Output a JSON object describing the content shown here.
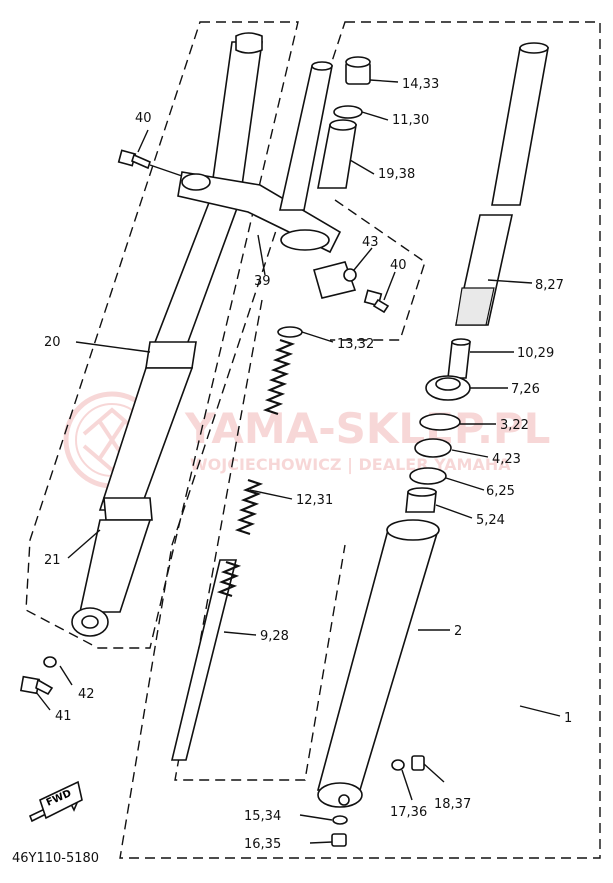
{
  "diagram_code": "46Y110-5180",
  "direction_label": "FWD",
  "watermark": {
    "title": "YAMA-SKLEP.PL",
    "subtitle": "WOJCIECHOWICZ | DEALER YAMAHA"
  },
  "labels": {
    "p1": "1",
    "p2": "2",
    "p3": "3,22",
    "p4": "4,23",
    "p5": "5,24",
    "p6": "6,25",
    "p7": "7,26",
    "p8": "8,27",
    "p9": "9,28",
    "p10": "10,29",
    "p11": "11,30",
    "p12": "12,31",
    "p13": "13,32",
    "p14": "14,33",
    "p15": "15,34",
    "p16": "16,35",
    "p17": "17,36",
    "p18": "18,37",
    "p19": "19,38",
    "p20": "20",
    "p21": "21",
    "p39": "39",
    "p40a": "40",
    "p40b": "40",
    "p41": "41",
    "p42": "42",
    "p43": "43"
  },
  "colors": {
    "ink": "#111111",
    "watermark": "#f2b8b8"
  }
}
